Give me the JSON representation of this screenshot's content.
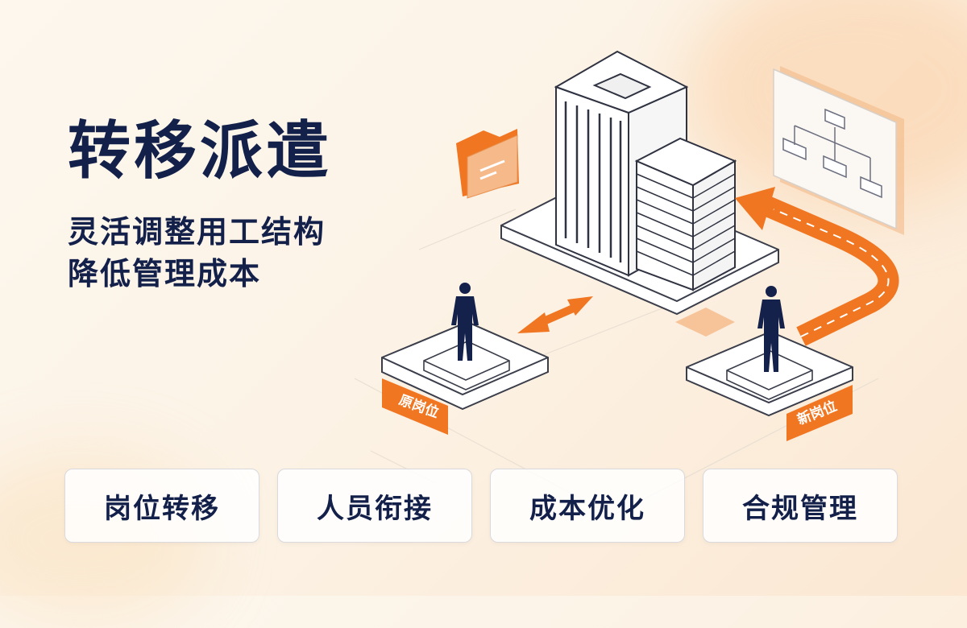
{
  "hero": {
    "title": "转移派遣",
    "subtitle_line1": "灵活调整用工结构",
    "subtitle_line2": "降低管理成本"
  },
  "scene": {
    "origin_tag": "原岗位",
    "new_tag": "新岗位"
  },
  "features": [
    "岗位转移",
    "人员衔接",
    "成本优化",
    "合规管理"
  ],
  "colors": {
    "accent": "#f07622",
    "navy": "#13204a"
  }
}
